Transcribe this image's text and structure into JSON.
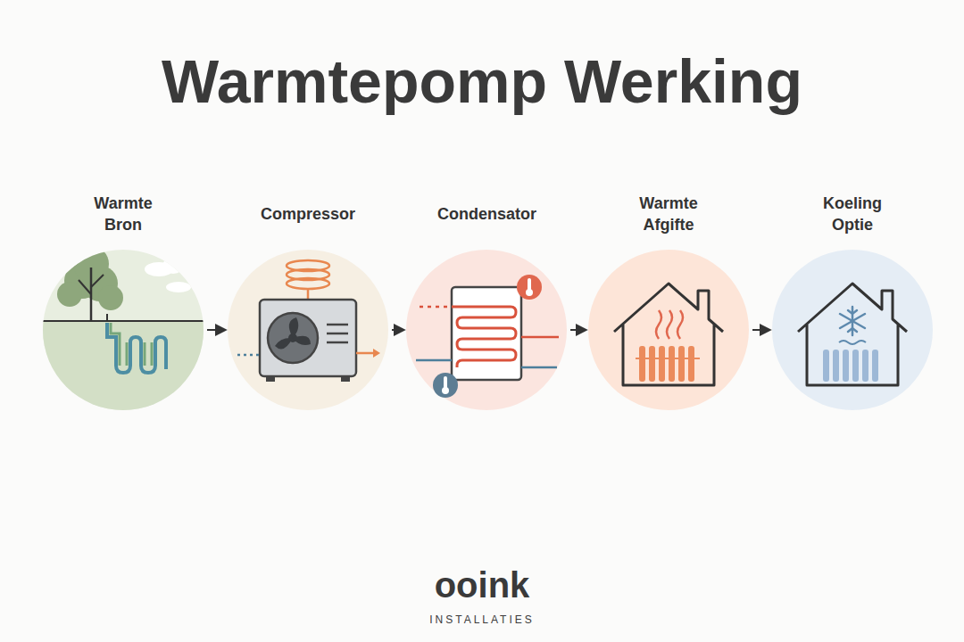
{
  "diagram": {
    "title": "Warmtepomp Werking",
    "nodes": [
      {
        "text": [
          "Warmte Bron"
        ]
      },
      {
        "text": [
          "Compressor"
        ]
      },
      {
        "text": [
          "Condensator"
        ]
      },
      {
        "text": [
          "Warmte Afgifte"
        ]
      },
      {
        "text": [
          "Koeling Optie"
        ]
      }
    ],
    "edges": [
      {
        "from": 0,
        "to": 1,
        "arrow": "to"
      },
      {
        "from": 1,
        "to": 2,
        "arrow": "to"
      },
      {
        "from": 2,
        "to": 3,
        "arrow": "to"
      },
      {
        "from": 3,
        "to": 4,
        "arrow": "to"
      }
    ],
    "labels": [
      "ooink",
      "INSTALLATIES"
    ]
  }
}
